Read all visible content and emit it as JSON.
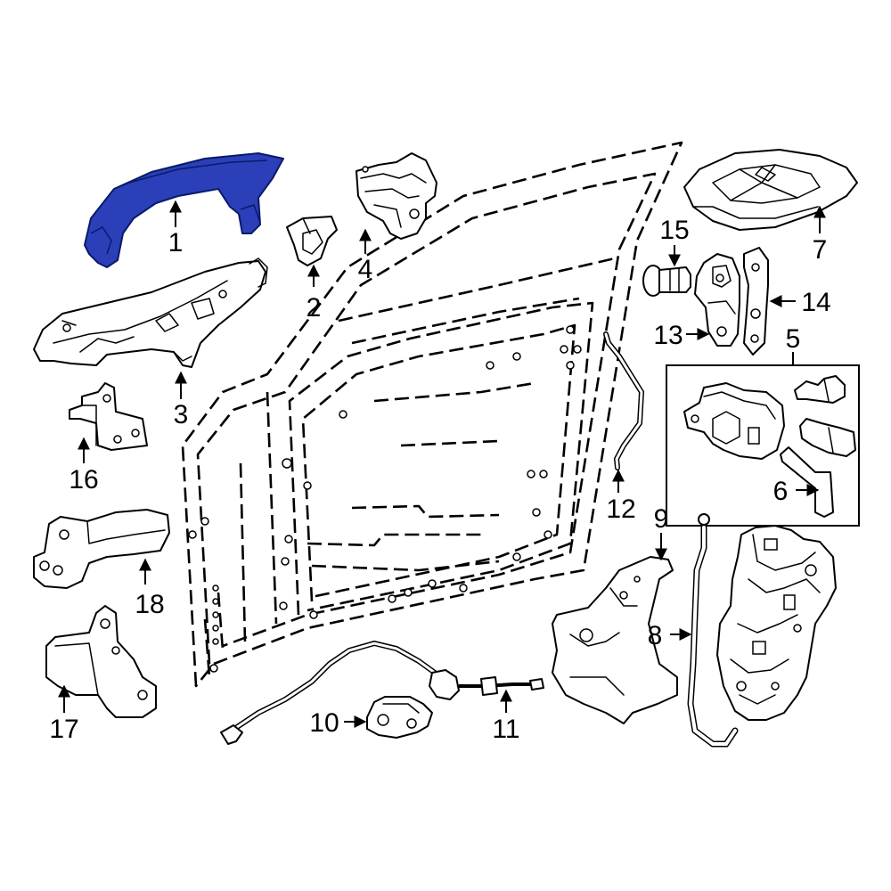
{
  "colors": {
    "highlight": "#2a3fb8",
    "line": "#000000",
    "background": "#ffffff"
  },
  "callouts": [
    {
      "id": "1",
      "label": "1"
    },
    {
      "id": "2",
      "label": "2"
    },
    {
      "id": "3",
      "label": "3"
    },
    {
      "id": "4",
      "label": "4"
    },
    {
      "id": "5",
      "label": "5"
    },
    {
      "id": "6",
      "label": "6"
    },
    {
      "id": "7",
      "label": "7"
    },
    {
      "id": "8",
      "label": "8"
    },
    {
      "id": "9",
      "label": "9"
    },
    {
      "id": "10",
      "label": "10"
    },
    {
      "id": "11",
      "label": "11"
    },
    {
      "id": "12",
      "label": "12"
    },
    {
      "id": "13",
      "label": "13"
    },
    {
      "id": "14",
      "label": "14"
    },
    {
      "id": "15",
      "label": "15"
    },
    {
      "id": "16",
      "label": "16"
    },
    {
      "id": "17",
      "label": "17"
    },
    {
      "id": "18",
      "label": "18"
    }
  ],
  "highlighted_part": "1"
}
